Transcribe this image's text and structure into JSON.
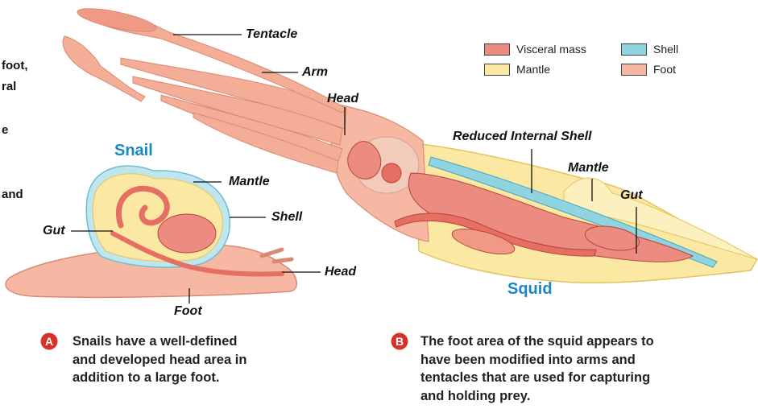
{
  "side_text": [
    "foot,",
    "ral",
    "e",
    "and"
  ],
  "legend": [
    {
      "label": "Visceral mass",
      "color": "#ec8b80"
    },
    {
      "label": "Shell",
      "color": "#8fd4e0"
    },
    {
      "label": "Mantle",
      "color": "#fbe9a3"
    },
    {
      "label": "Foot",
      "color": "#f6b8a3"
    }
  ],
  "labels": {
    "tentacle": "Tentacle",
    "arm": "Arm",
    "head_squid": "Head",
    "reduced_shell": "Reduced Internal Shell",
    "mantle_squid": "Mantle",
    "gut_squid": "Gut",
    "mantle_snail": "Mantle",
    "shell_snail": "Shell",
    "gut_snail": "Gut",
    "head_snail": "Head",
    "foot_snail": "Foot"
  },
  "titles": {
    "snail": "Snail",
    "squid": "Squid"
  },
  "captions": {
    "a": {
      "badge": "A",
      "lines": [
        "Snails have a well-defined",
        "and developed head area in",
        "addition to a large foot."
      ]
    },
    "b": {
      "badge": "B",
      "lines": [
        "The foot area of the squid appears to",
        "have been modified into arms and",
        "tentacles that are used for capturing",
        "and holding prey."
      ]
    }
  },
  "colors": {
    "visceral": "#ec8b80",
    "mantle": "#fbe9a3",
    "shell": "#8fd4e0",
    "foot": "#f6b8a3",
    "title_blue": "#1a87c4",
    "badge_red": "#d9302c"
  }
}
